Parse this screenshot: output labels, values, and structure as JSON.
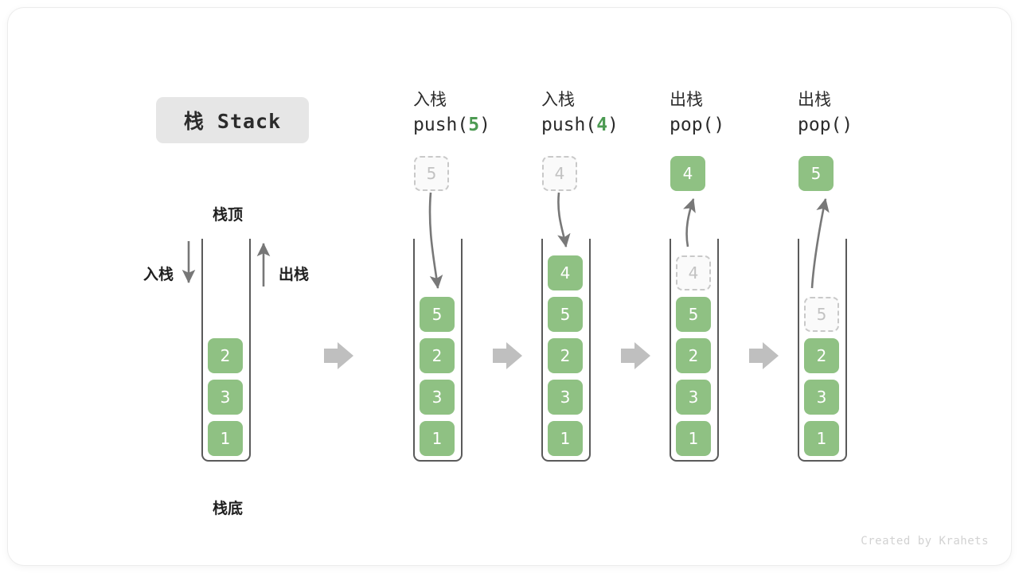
{
  "figure": {
    "title_badge": "栈 Stack",
    "credit": "Created by Krahets",
    "colors": {
      "element_fill": "#8fc183",
      "element_text": "#ffffff",
      "ghost_fill": "#fafafa",
      "ghost_text": "#c2c2c2",
      "container_stroke": "#5a5a5a",
      "arrow_gray": "#787878",
      "step_arrow": "#bfbfbf",
      "badge_bg": "#e6e6e6",
      "accent_green": "#4c9a52"
    }
  },
  "base_stack": {
    "top_label": "栈顶",
    "bottom_label": "栈底",
    "push_label": "入栈",
    "pop_label": "出栈",
    "elements": [
      "2",
      "3",
      "1"
    ]
  },
  "steps": [
    {
      "id": "push-5",
      "op_cn": "入栈",
      "op_code_prefix": "push(",
      "op_arg": "5",
      "op_code_suffix": ")",
      "floating": {
        "value": "5",
        "style": "ghost",
        "position": "above"
      },
      "elements": [
        "5",
        "2",
        "3",
        "1"
      ],
      "ghost_in_stack": null
    },
    {
      "id": "push-4",
      "op_cn": "入栈",
      "op_code_prefix": "push(",
      "op_arg": "4",
      "op_code_suffix": ")",
      "floating": {
        "value": "4",
        "style": "ghost",
        "position": "above"
      },
      "elements": [
        "4",
        "5",
        "2",
        "3",
        "1"
      ],
      "ghost_in_stack": null
    },
    {
      "id": "pop-1",
      "op_cn": "出栈",
      "op_code_prefix": "pop(",
      "op_arg": "",
      "op_code_suffix": ")",
      "floating": {
        "value": "4",
        "style": "solid",
        "position": "above"
      },
      "elements": [
        "5",
        "2",
        "3",
        "1"
      ],
      "ghost_in_stack": "4"
    },
    {
      "id": "pop-2",
      "op_cn": "出栈",
      "op_code_prefix": "pop(",
      "op_arg": "",
      "op_code_suffix": ")",
      "floating": {
        "value": "5",
        "style": "solid",
        "position": "above"
      },
      "elements": [
        "2",
        "3",
        "1"
      ],
      "ghost_in_stack": "5"
    }
  ]
}
